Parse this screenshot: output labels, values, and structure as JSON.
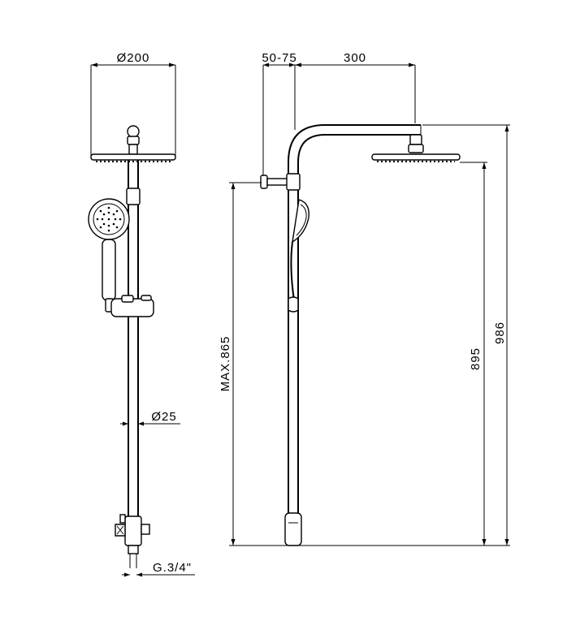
{
  "dimensions": {
    "head_diameter": "Ø200",
    "arm_offset": "50-75",
    "arm_length": "300",
    "total_height": "986",
    "head_height": "895",
    "max_height": "MAX.865",
    "pipe_diameter": "Ø25",
    "connection": "G.3/4\""
  }
}
